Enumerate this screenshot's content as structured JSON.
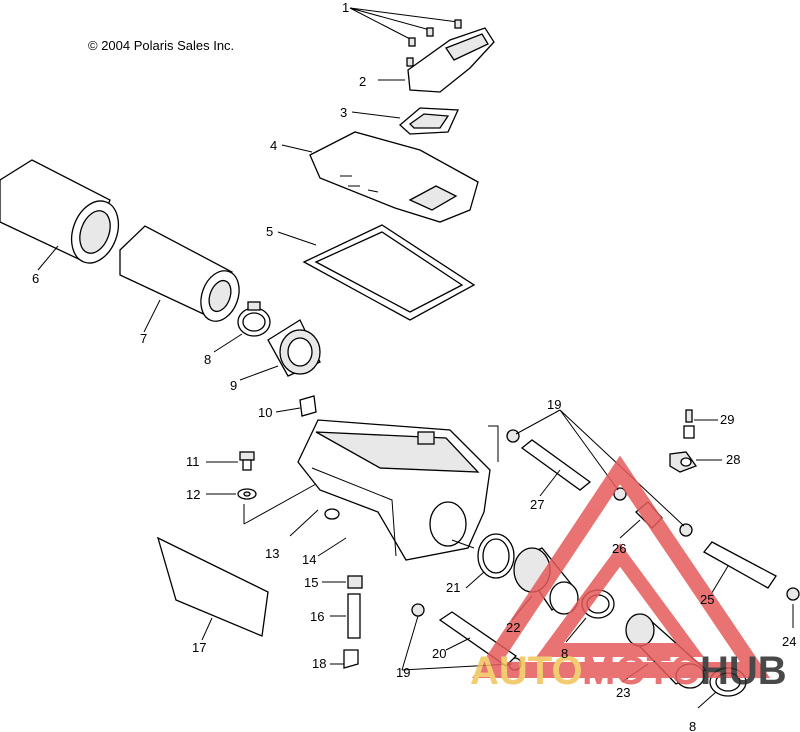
{
  "copyright": "© 2004 Polaris Sales Inc.",
  "callouts": [
    "1",
    "2",
    "3",
    "4",
    "5",
    "6",
    "7",
    "8",
    "9",
    "10",
    "11",
    "12",
    "13",
    "14",
    "15",
    "16",
    "17",
    "18",
    "19",
    "20",
    "21",
    "22",
    "8",
    "23",
    "24",
    "25",
    "26",
    "27",
    "28",
    "29",
    "19",
    "8"
  ],
  "watermark": {
    "auto": "AUTO",
    "moto": "MOTO",
    "hub": "HUB",
    "color_red": "#e65a5a",
    "color_orange": "#f2c45a",
    "color_dark": "#2a2a2a"
  }
}
